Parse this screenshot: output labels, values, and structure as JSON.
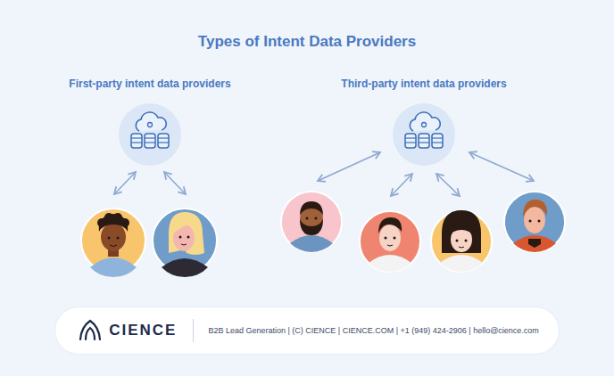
{
  "diagram": {
    "title": "Types of Intent Data Providers",
    "nodes": [
      {
        "text": [
          "CIENCE",
          "B2B Lead Generation | (C) CIENCE | CIENCE.COM | +1 (949) 424-2906 | hello@cience.com"
        ]
      }
    ],
    "labels": [
      "First-party intent data providers",
      "Third-party intent data providers"
    ]
  }
}
